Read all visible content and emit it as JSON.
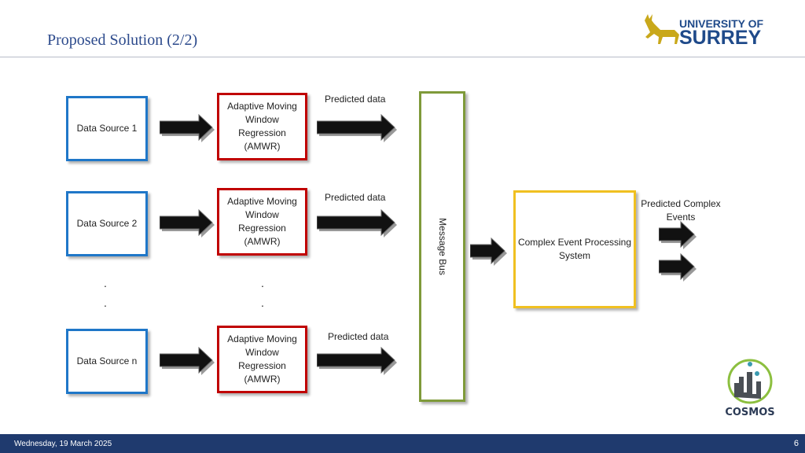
{
  "header": {
    "title": "Proposed Solution (2/2)",
    "logo_text": "UNIVERSITY OF SURREY"
  },
  "diagram": {
    "sources": [
      "Data Source 1",
      "Data Source 2",
      "Data Source n"
    ],
    "amwr": [
      "Adaptive Moving Window Regression (AMWR)",
      "Adaptive Moving Window Regression (AMWR)",
      "Adaptive Moving Window Regression (AMWR)"
    ],
    "predicted_label": "Predicted data",
    "ellipsis": ".",
    "bus": "Message Bus",
    "cep": "Complex Event Processing System",
    "output_label": "Predicted Complex Events"
  },
  "cosmos_logo": "COSMOS",
  "footer": {
    "date": "Wednesday, 19 March 2025",
    "page": "6"
  }
}
